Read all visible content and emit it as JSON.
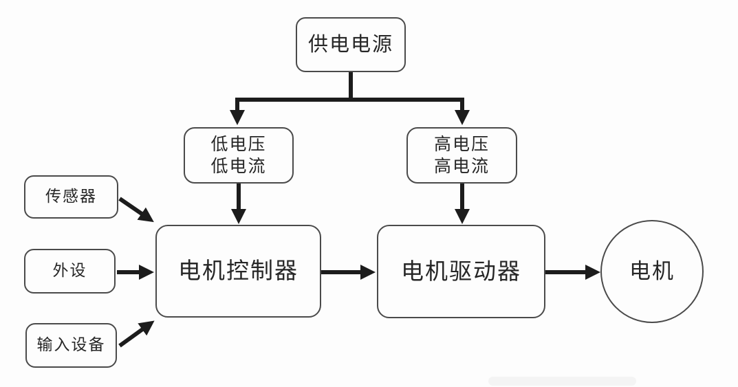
{
  "diagram": {
    "title_hint": "motor control system power and signal flow diagram",
    "colors": {
      "background": "#fdfdfd",
      "wire": "#1c1c1c",
      "box_border": "#4a4a4a",
      "text": "#262626"
    },
    "nodes": {
      "power_supply": {
        "label": "供电电源"
      },
      "low_voltage": {
        "line1": "低电压",
        "line2": "低电流"
      },
      "high_voltage": {
        "line1": "高电压",
        "line2": "高电流"
      },
      "sensor": {
        "label": "传感器"
      },
      "peripheral": {
        "label": "外设"
      },
      "input_device": {
        "label": "输入设备"
      },
      "motor_controller": {
        "label": "电机控制器"
      },
      "motor_driver": {
        "label": "电机驱动器"
      },
      "motor": {
        "label": "电机"
      }
    },
    "edges": [
      {
        "from": "power_supply",
        "to": "low_voltage"
      },
      {
        "from": "power_supply",
        "to": "high_voltage"
      },
      {
        "from": "low_voltage",
        "to": "motor_controller"
      },
      {
        "from": "high_voltage",
        "to": "motor_driver"
      },
      {
        "from": "sensor",
        "to": "motor_controller"
      },
      {
        "from": "peripheral",
        "to": "motor_controller"
      },
      {
        "from": "input_device",
        "to": "motor_controller"
      },
      {
        "from": "motor_controller",
        "to": "motor_driver"
      },
      {
        "from": "motor_driver",
        "to": "motor"
      }
    ]
  }
}
